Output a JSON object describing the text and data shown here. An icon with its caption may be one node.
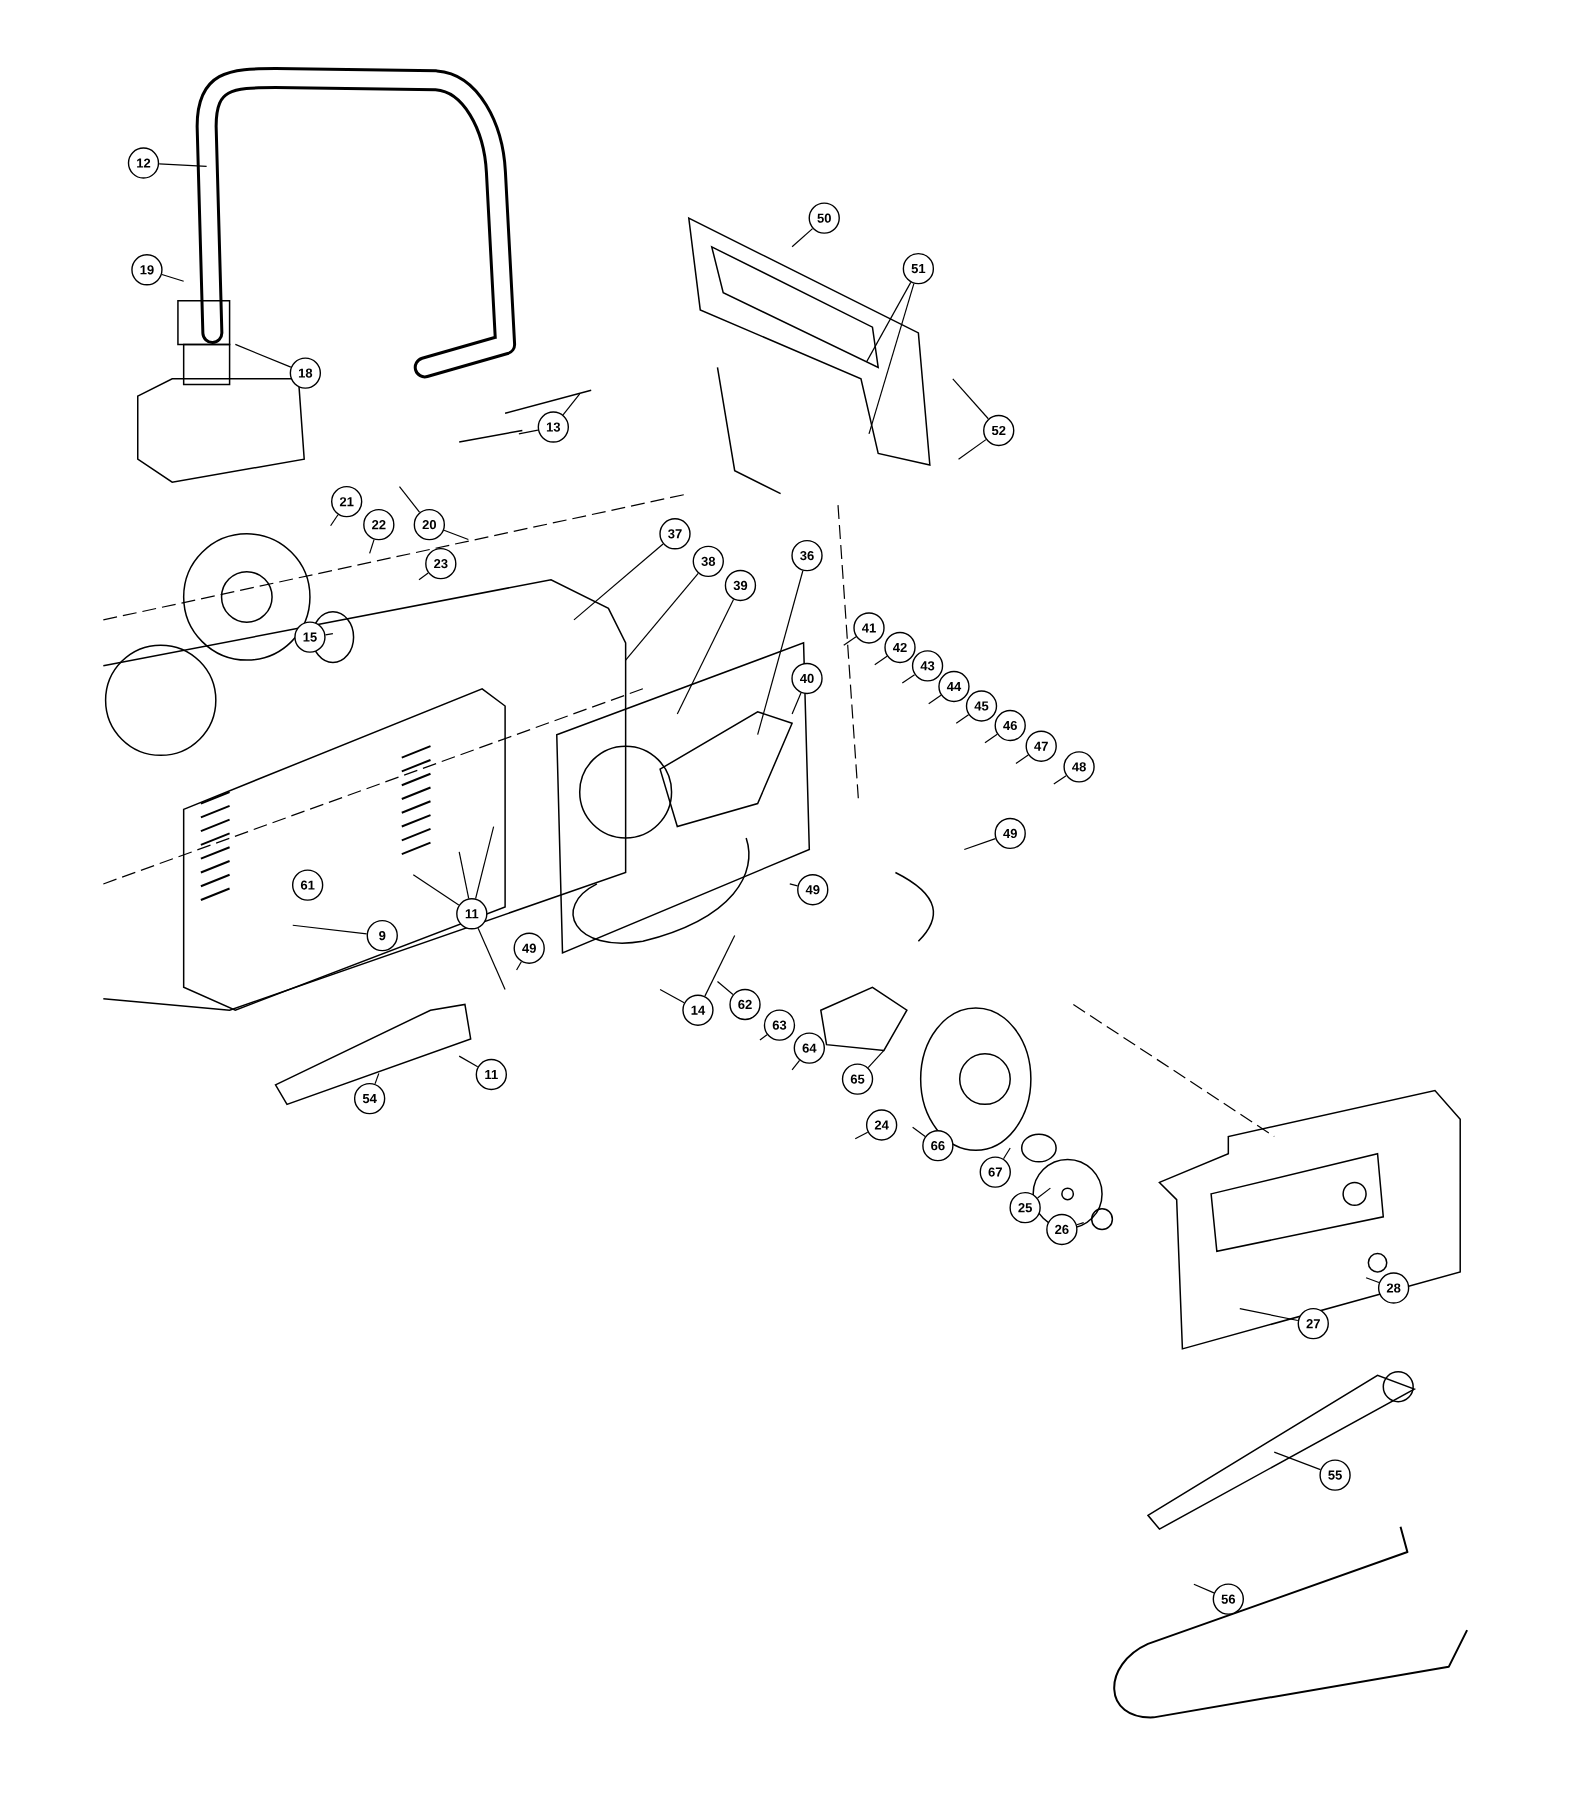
{
  "diagram": {
    "nodes": [
      {
        "text": [
          "12"
        ]
      },
      {
        "text": [
          "19"
        ]
      },
      {
        "text": [
          "50"
        ]
      },
      {
        "text": [
          "51"
        ]
      },
      {
        "text": [
          "18"
        ]
      },
      {
        "text": [
          "13"
        ]
      },
      {
        "text": [
          "52"
        ]
      },
      {
        "text": [
          "21"
        ]
      },
      {
        "text": [
          "22"
        ]
      },
      {
        "text": [
          "20"
        ]
      },
      {
        "text": [
          "37"
        ]
      },
      {
        "text": [
          "36"
        ]
      },
      {
        "text": [
          "38"
        ]
      },
      {
        "text": [
          "23"
        ]
      },
      {
        "text": [
          "39"
        ]
      },
      {
        "text": [
          "41"
        ]
      },
      {
        "text": [
          "15"
        ]
      },
      {
        "text": [
          "42"
        ]
      },
      {
        "text": [
          "43"
        ]
      },
      {
        "text": [
          "40"
        ]
      },
      {
        "text": [
          "44"
        ]
      },
      {
        "text": [
          "45"
        ]
      },
      {
        "text": [
          "46"
        ]
      },
      {
        "text": [
          "47"
        ]
      },
      {
        "text": [
          "48"
        ]
      },
      {
        "text": [
          "49"
        ]
      },
      {
        "text": [
          "49"
        ]
      },
      {
        "text": [
          "11"
        ]
      },
      {
        "text": [
          "9"
        ]
      },
      {
        "text": [
          "49"
        ]
      },
      {
        "text": [
          "62"
        ]
      },
      {
        "text": [
          "14"
        ]
      },
      {
        "text": [
          "63"
        ]
      },
      {
        "text": [
          "64"
        ]
      },
      {
        "text": [
          "11"
        ]
      },
      {
        "text": [
          "65"
        ]
      },
      {
        "text": [
          "54"
        ]
      },
      {
        "text": [
          "24"
        ]
      },
      {
        "text": [
          "66"
        ]
      },
      {
        "text": [
          "67"
        ]
      },
      {
        "text": [
          "25"
        ]
      },
      {
        "text": [
          "26"
        ]
      },
      {
        "text": [
          "28"
        ]
      },
      {
        "text": [
          "27"
        ]
      },
      {
        "text": [
          "55"
        ]
      },
      {
        "text": [
          "56"
        ]
      },
      {
        "text": [
          "61"
        ]
      }
    ],
    "edges": [
      {
        "from": 0,
        "to": null,
        "arrow": "none"
      },
      {
        "from": 1,
        "to": null,
        "arrow": "none"
      },
      {
        "from": 2,
        "to": null,
        "arrow": "none"
      },
      {
        "from": 3,
        "to": null,
        "arrow": "none"
      },
      {
        "from": 3,
        "to": null,
        "arrow": "none"
      },
      {
        "from": 4,
        "to": null,
        "arrow": "none"
      },
      {
        "from": 5,
        "to": null,
        "arrow": "none"
      },
      {
        "from": 5,
        "to": null,
        "arrow": "none"
      },
      {
        "from": 6,
        "to": null,
        "arrow": "none"
      },
      {
        "from": 6,
        "to": null,
        "arrow": "none"
      },
      {
        "from": 7,
        "to": null,
        "arrow": "none"
      },
      {
        "from": 8,
        "to": null,
        "arrow": "none"
      },
      {
        "from": 9,
        "to": null,
        "arrow": "none"
      },
      {
        "from": 9,
        "to": null,
        "arrow": "none"
      },
      {
        "from": 10,
        "to": null,
        "arrow": "none"
      },
      {
        "from": 11,
        "to": null,
        "arrow": "none"
      },
      {
        "from": 12,
        "to": null,
        "arrow": "none"
      },
      {
        "from": 13,
        "to": null,
        "arrow": "none"
      },
      {
        "from": 14,
        "to": null,
        "arrow": "none"
      },
      {
        "from": 15,
        "to": null,
        "arrow": "none"
      },
      {
        "from": 16,
        "to": null,
        "arrow": "none"
      },
      {
        "from": 17,
        "to": null,
        "arrow": "none"
      },
      {
        "from": 18,
        "to": null,
        "arrow": "none"
      },
      {
        "from": 19,
        "to": null,
        "arrow": "none"
      },
      {
        "from": 20,
        "to": null,
        "arrow": "none"
      },
      {
        "from": 21,
        "to": null,
        "arrow": "none"
      },
      {
        "from": 22,
        "to": null,
        "arrow": "none"
      },
      {
        "from": 23,
        "to": null,
        "arrow": "none"
      },
      {
        "from": 24,
        "to": null,
        "arrow": "none"
      },
      {
        "from": 25,
        "to": null,
        "arrow": "none"
      },
      {
        "from": 26,
        "to": null,
        "arrow": "none"
      },
      {
        "from": 27,
        "to": null,
        "arrow": "none"
      },
      {
        "from": 27,
        "to": null,
        "arrow": "none"
      },
      {
        "from": 27,
        "to": null,
        "arrow": "none"
      },
      {
        "from": 27,
        "to": null,
        "arrow": "none"
      },
      {
        "from": 28,
        "to": null,
        "arrow": "none"
      },
      {
        "from": 29,
        "to": null,
        "arrow": "none"
      },
      {
        "from": 30,
        "to": null,
        "arrow": "none"
      },
      {
        "from": 31,
        "to": null,
        "arrow": "none"
      },
      {
        "from": 31,
        "to": null,
        "arrow": "none"
      },
      {
        "from": 32,
        "to": null,
        "arrow": "none"
      },
      {
        "from": 33,
        "to": null,
        "arrow": "none"
      },
      {
        "from": 34,
        "to": null,
        "arrow": "none"
      },
      {
        "from": 35,
        "to": null,
        "arrow": "none"
      },
      {
        "from": 36,
        "to": null,
        "arrow": "none"
      },
      {
        "from": 37,
        "to": null,
        "arrow": "none"
      },
      {
        "from": 38,
        "to": null,
        "arrow": "none"
      },
      {
        "from": 39,
        "to": null,
        "arrow": "none"
      },
      {
        "from": 40,
        "to": null,
        "arrow": "none"
      },
      {
        "from": 41,
        "to": null,
        "arrow": "none"
      },
      {
        "from": 42,
        "to": null,
        "arrow": "none"
      },
      {
        "from": 43,
        "to": null,
        "arrow": "none"
      },
      {
        "from": 44,
        "to": null,
        "arrow": "none"
      },
      {
        "from": 45,
        "to": null,
        "arrow": "none"
      }
    ]
  }
}
